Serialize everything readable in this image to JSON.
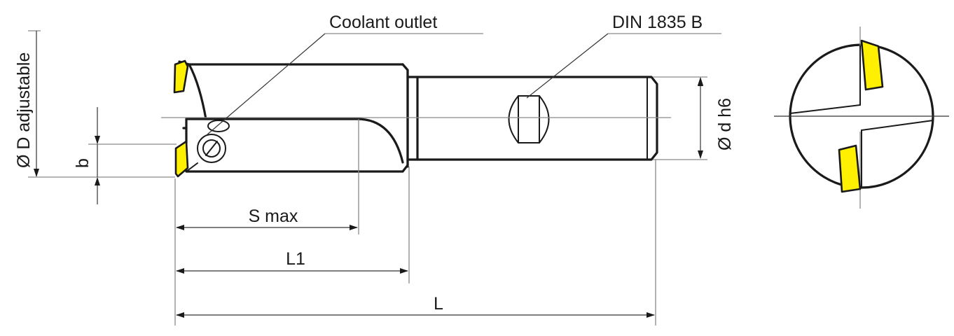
{
  "colors": {
    "insert": "#FFEF00",
    "outline": "#1a1a1a",
    "leader": "#8a8a8a"
  },
  "labels": {
    "coolant_outlet": "Coolant outlet",
    "din": "DIN 1835 B",
    "dia_d_adjustable": "Ø D adjustable",
    "b": "b",
    "dia_d_h6": "Ø d h6",
    "s_max": "S max",
    "l1": "L1",
    "l": "L"
  }
}
